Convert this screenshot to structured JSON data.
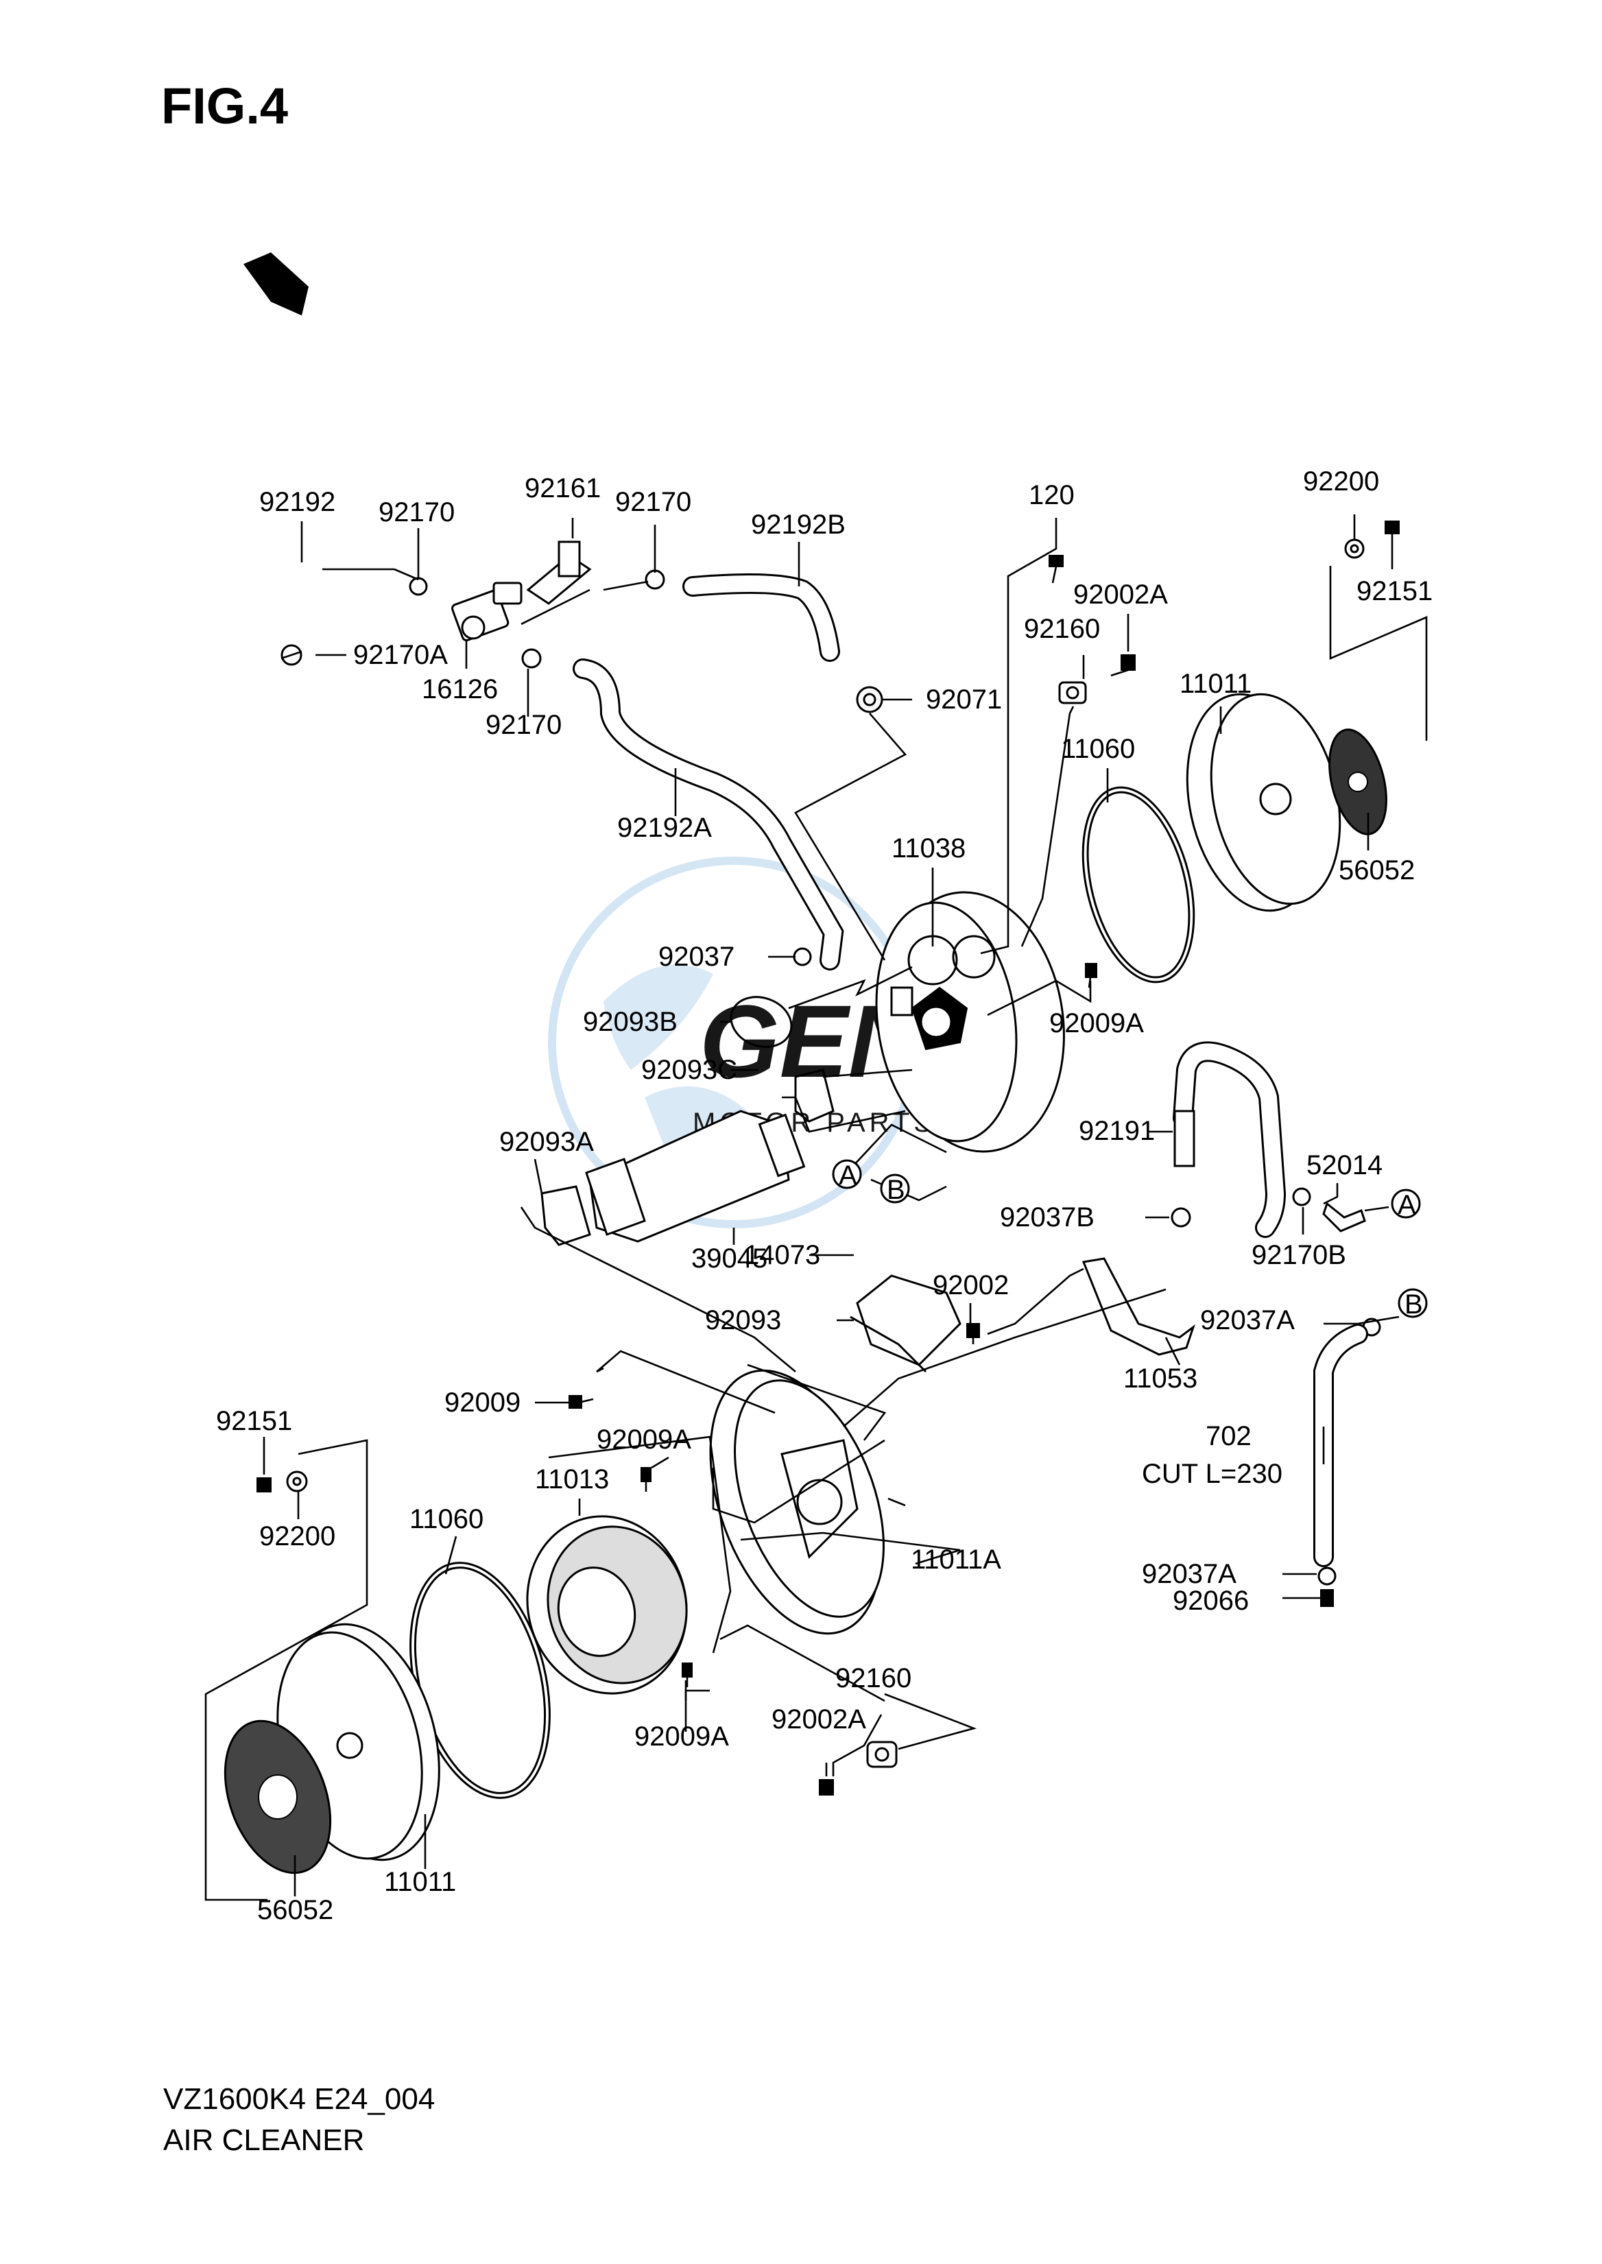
{
  "figure_title": "FIG.4",
  "fwd_badge": "FWD",
  "footer": {
    "model_code": "VZ1600K4 E24_004",
    "section_name": "AIR CLEANER"
  },
  "callouts": {
    "c_92192": "92192",
    "c_92170_a": "92170",
    "c_92161": "92161",
    "c_92170_b": "92170",
    "c_92192B": "92192B",
    "c_92170A": "92170A",
    "c_16126": "16126",
    "c_92170_c": "92170",
    "c_92071": "92071",
    "c_92192A": "92192A",
    "c_120": "120",
    "c_92002A_top": "92002A",
    "c_92160_top": "92160",
    "c_92200_top": "92200",
    "c_92151_top": "92151",
    "c_11011_top": "11011",
    "c_11060_top": "11060",
    "c_56052_top": "56052",
    "c_11038": "11038",
    "c_92037": "92037",
    "c_92093B": "92093B",
    "c_92009A_right": "92009A",
    "c_92093C": "92093C",
    "c_92093A": "92093A",
    "c_39045": "39045",
    "c_92191": "92191",
    "c_52014": "52014",
    "c_92037B": "92037B",
    "c_92170B": "92170B",
    "c_14073": "14073",
    "c_92002": "92002",
    "c_92093": "92093",
    "c_92037A_top": "92037A",
    "c_11053": "11053",
    "c_92009": "92009",
    "c_92009A_mid": "92009A",
    "c_11013": "11013",
    "c_92151_bot": "92151",
    "c_92200_bot": "92200",
    "c_11060_bot": "11060",
    "c_702": "702",
    "c_cut": "CUT L=230",
    "c_11011A": "11011A",
    "c_92037A_bot": "92037A",
    "c_92066": "92066",
    "c_92160_bot": "92160",
    "c_92002A_bot": "92002A",
    "c_92009A_bot": "92009A",
    "c_56052_bot": "56052",
    "c_11011_bot": "11011"
  },
  "connector_markers": {
    "a_center": "A",
    "b_center": "B",
    "a_right": "A",
    "b_right": "B"
  },
  "watermark": {
    "brand_text": "MOTOR PARTS"
  }
}
